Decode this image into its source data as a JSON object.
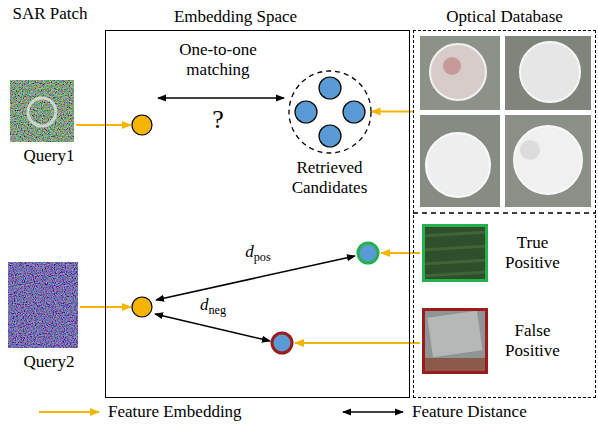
{
  "diagram": {
    "nodes": [
      {
        "text": [
          "Query1"
        ]
      },
      {
        "text": [
          "Query2"
        ]
      },
      {
        "text": [
          "Embedding Space"
        ]
      },
      {
        "text": [
          "Retrieved Candidates"
        ],
        "in": 2
      },
      {
        "text": [
          "Optical Database"
        ]
      },
      {
        "text": [
          "True Positive"
        ],
        "in": 4
      },
      {
        "text": [
          "False Positive"
        ],
        "in": 4
      }
    ],
    "edges": [
      {
        "from": 4,
        "to": 3,
        "arrow": "to"
      }
    ],
    "labels": [
      "SAR Patch",
      "One-to-one matching",
      "?",
      "dpos",
      "dneg"
    ],
    "legend": [
      {
        "text": "Feature Embedding"
      },
      {
        "text": "Feature Distance"
      }
    ]
  }
}
